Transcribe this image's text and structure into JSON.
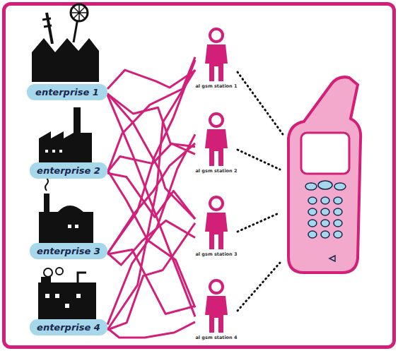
{
  "diagram": {
    "nodes": [
      {
        "text": [
          "enterprise 1"
        ]
      },
      {
        "text": [
          "enterprise 2"
        ]
      },
      {
        "text": [
          "enterprise 3"
        ]
      },
      {
        "text": [
          "enterprise 4"
        ]
      },
      {
        "text": [
          "al gsm station 1"
        ]
      },
      {
        "text": [
          "al gsm station 2"
        ]
      },
      {
        "text": [
          "al gsm station 3"
        ]
      },
      {
        "text": [
          "al gsm station 4"
        ]
      }
    ],
    "edges": [
      {
        "from": 0,
        "to": 4,
        "arrow": "none"
      },
      {
        "from": 0,
        "to": 5,
        "arrow": "none"
      },
      {
        "from": 0,
        "to": 6,
        "arrow": "none"
      },
      {
        "from": 0,
        "to": 7,
        "arrow": "none"
      },
      {
        "from": 1,
        "to": 4,
        "arrow": "none"
      },
      {
        "from": 1,
        "to": 5,
        "arrow": "none"
      },
      {
        "from": 1,
        "to": 6,
        "arrow": "none"
      },
      {
        "from": 1,
        "to": 7,
        "arrow": "none"
      },
      {
        "from": 2,
        "to": 4,
        "arrow": "none"
      },
      {
        "from": 2,
        "to": 5,
        "arrow": "none"
      },
      {
        "from": 2,
        "to": 6,
        "arrow": "none"
      },
      {
        "from": 2,
        "to": 7,
        "arrow": "none"
      },
      {
        "from": 3,
        "to": 4,
        "arrow": "none"
      },
      {
        "from": 3,
        "to": 5,
        "arrow": "none"
      },
      {
        "from": 3,
        "to": 6,
        "arrow": "none"
      },
      {
        "from": 3,
        "to": 7,
        "arrow": "none"
      }
    ]
  }
}
